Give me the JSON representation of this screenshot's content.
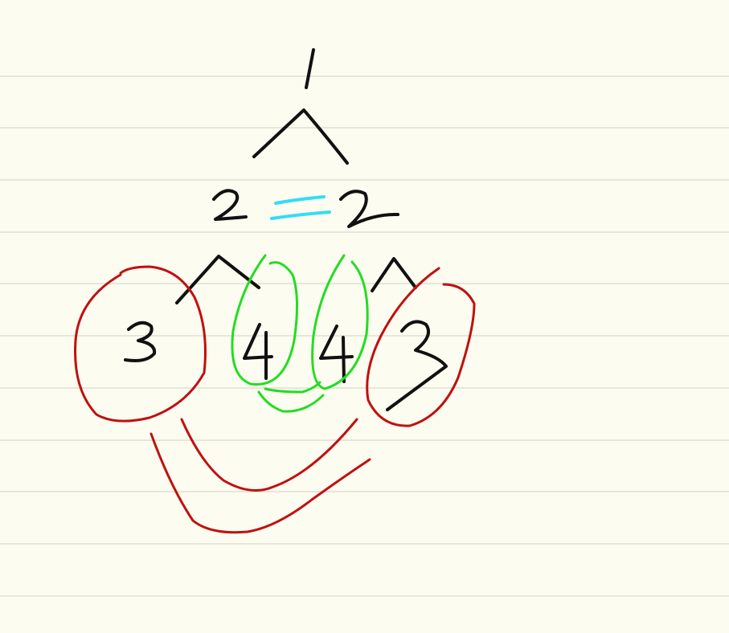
{
  "tree": {
    "root": "1",
    "level2": [
      "2",
      "2"
    ],
    "level3": [
      "3",
      "4",
      "4",
      "3"
    ],
    "equality_mark": "="
  },
  "colors": {
    "paper": "#fdfcf0",
    "rule_line": "#e6e6da",
    "ink": "#111111",
    "inner_pair": "#22dd22",
    "outer_pair": "#c01010",
    "equals": "#33ddf5"
  },
  "annotations": {
    "inner_pair_links": [
      "4",
      "4"
    ],
    "outer_pair_links": [
      "3",
      "3"
    ],
    "level2_pair_equal": true
  }
}
